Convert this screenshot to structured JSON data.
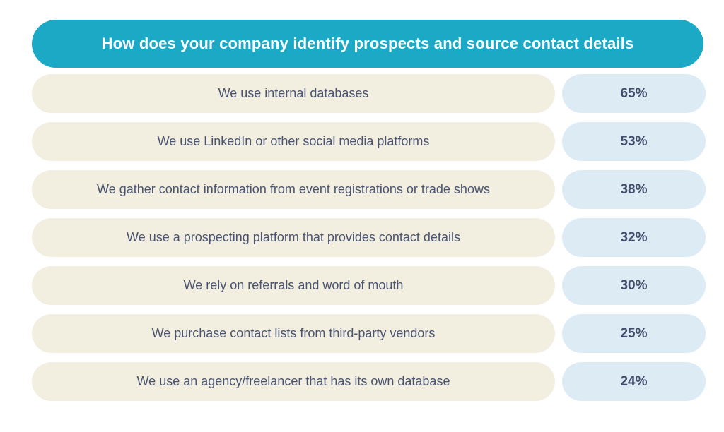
{
  "header": {
    "title": "How does your company identify prospects and source contact details",
    "background_color": "#1ba9c6",
    "text_color": "#ffffff"
  },
  "colors": {
    "answer_pill": "#f2efe1",
    "percentage_pill": "#dcebf4",
    "body_text": "#4a536f",
    "page_background": "#ffffff"
  },
  "rows": [
    {
      "label": "We use internal databases",
      "value_label": "65%"
    },
    {
      "label": "We use LinkedIn or other social media platforms",
      "value_label": "53%"
    },
    {
      "label": "We gather contact information from event registrations or trade shows",
      "value_label": "38%"
    },
    {
      "label": "We use a prospecting platform that provides contact details",
      "value_label": "32%"
    },
    {
      "label": "We rely on referrals and word of mouth",
      "value_label": "30%"
    },
    {
      "label": "We purchase contact lists from third-party vendors",
      "value_label": "25%"
    },
    {
      "label": "We use an agency/freelancer that has its own database",
      "value_label": "24%"
    }
  ],
  "chart_data": {
    "type": "bar",
    "orientation": "horizontal",
    "title": "How does your company identify prospects and source contact details",
    "categories": [
      "We use internal databases",
      "We use LinkedIn or other social media platforms",
      "We gather contact information from event registrations or trade shows",
      "We use a prospecting platform that provides contact details",
      "We rely on referrals and word of mouth",
      "We purchase contact lists from third-party vendors",
      "We use an agency/freelancer that has its own database"
    ],
    "values": [
      65,
      53,
      38,
      32,
      30,
      25,
      24
    ],
    "unit": "%",
    "xlabel": "",
    "ylabel": "",
    "xlim": [
      0,
      100
    ],
    "grid": false,
    "legend": false
  }
}
